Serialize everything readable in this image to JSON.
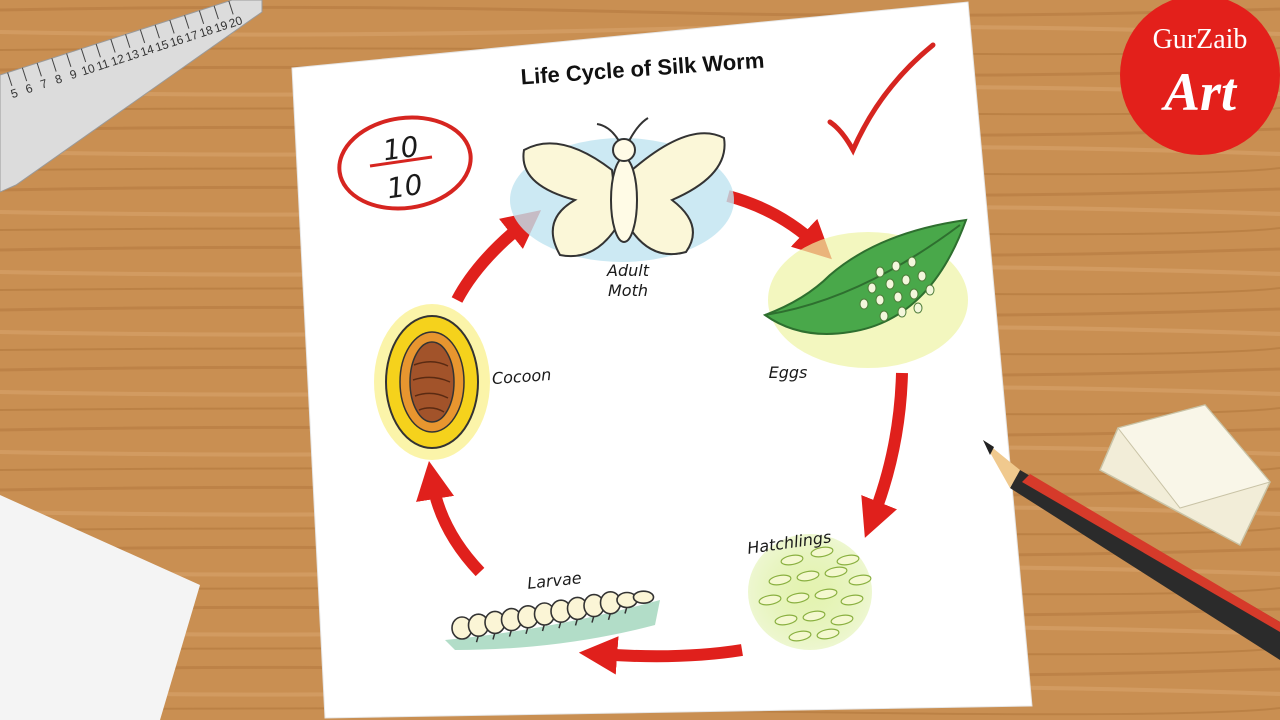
{
  "title": "Life Cycle of Silk Worm",
  "score": {
    "numerator": "10",
    "denominator": "10"
  },
  "stages": {
    "adult_moth": {
      "line1": "Adult",
      "line2": "Moth"
    },
    "eggs": "Eggs",
    "hatchlings": "Hatchlings",
    "larvae": "Larvae",
    "cocoon": "Cocoon"
  },
  "ruler_ticks": [
    "5",
    "6",
    "7",
    "8",
    "9",
    "10",
    "11",
    "12",
    "13",
    "14",
    "15",
    "16",
    "17",
    "18",
    "19",
    "20"
  ],
  "logo": {
    "line1": "GurZaib",
    "line2": "Art"
  },
  "colors": {
    "wood": "#c98f52",
    "paper": "#ffffff",
    "arrow": "#e0201c",
    "logo_red": "#e3201b",
    "score_red": "#d62520",
    "leaf": "#49a84a",
    "cocoon_yellow": "#f5d21c",
    "pupa_brown": "#a2532a"
  },
  "icons": [
    "check-mark-icon",
    "pencil-icon",
    "eraser-icon",
    "ruler-icon"
  ]
}
